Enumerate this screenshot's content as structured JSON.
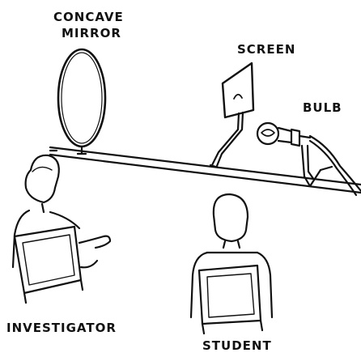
{
  "labels": {
    "concave_line1": "CONCAVE",
    "concave_line2": "MIRROR",
    "screen": "SCREEN",
    "bulb": "BULB",
    "investigator": "INVESTIGATOR",
    "student": "STUDENT"
  },
  "colors": {
    "ink": "#111111",
    "paper": "#ffffff"
  }
}
